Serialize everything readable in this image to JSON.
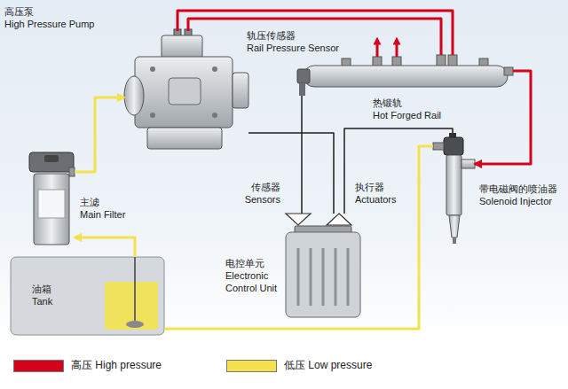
{
  "diagram": {
    "nodes": [
      {
        "text": [
          "高压泵",
          "High Pressure Pump"
        ]
      },
      {
        "text": [
          "热锻轨",
          "Hot Forged Rail"
        ]
      },
      {
        "text": [
          "带电磁阀的喷油器",
          "Solenoid Injector"
        ]
      },
      {
        "text": [
          "主滤",
          "Main Filter"
        ]
      },
      {
        "text": [
          "传感器",
          "Sensors"
        ]
      },
      {
        "text": [
          "执行器",
          "Actuators"
        ]
      },
      {
        "text": [
          "电控单元",
          "Electronic Control Unit"
        ]
      },
      {
        "text": [
          "油箱",
          "Tank"
        ]
      }
    ],
    "edges": [
      {
        "from": 7,
        "to": 3,
        "arrow": "to"
      },
      {
        "from": 3,
        "to": 0,
        "arrow": "to"
      },
      {
        "from": 0,
        "to": 1,
        "arrow": "none"
      },
      {
        "from": 0,
        "to": 1,
        "arrow": "none"
      },
      {
        "from": 1,
        "to": 2,
        "arrow": "to"
      },
      {
        "from": 2,
        "to": 7,
        "arrow": "none"
      },
      {
        "from": 1,
        "to": 4,
        "arrow": "none"
      },
      {
        "from": 0,
        "to": 5,
        "arrow": "none"
      },
      {
        "from": 5,
        "to": 2,
        "arrow": "none"
      }
    ],
    "labels": [
      "轨压传感器",
      "Rail Pressure Sensor"
    ],
    "legend": [
      {
        "text": "高压 High pressure",
        "color": "#d7001a"
      },
      {
        "text": "低压 Low pressure",
        "color": "#f3e24e"
      }
    ]
  }
}
